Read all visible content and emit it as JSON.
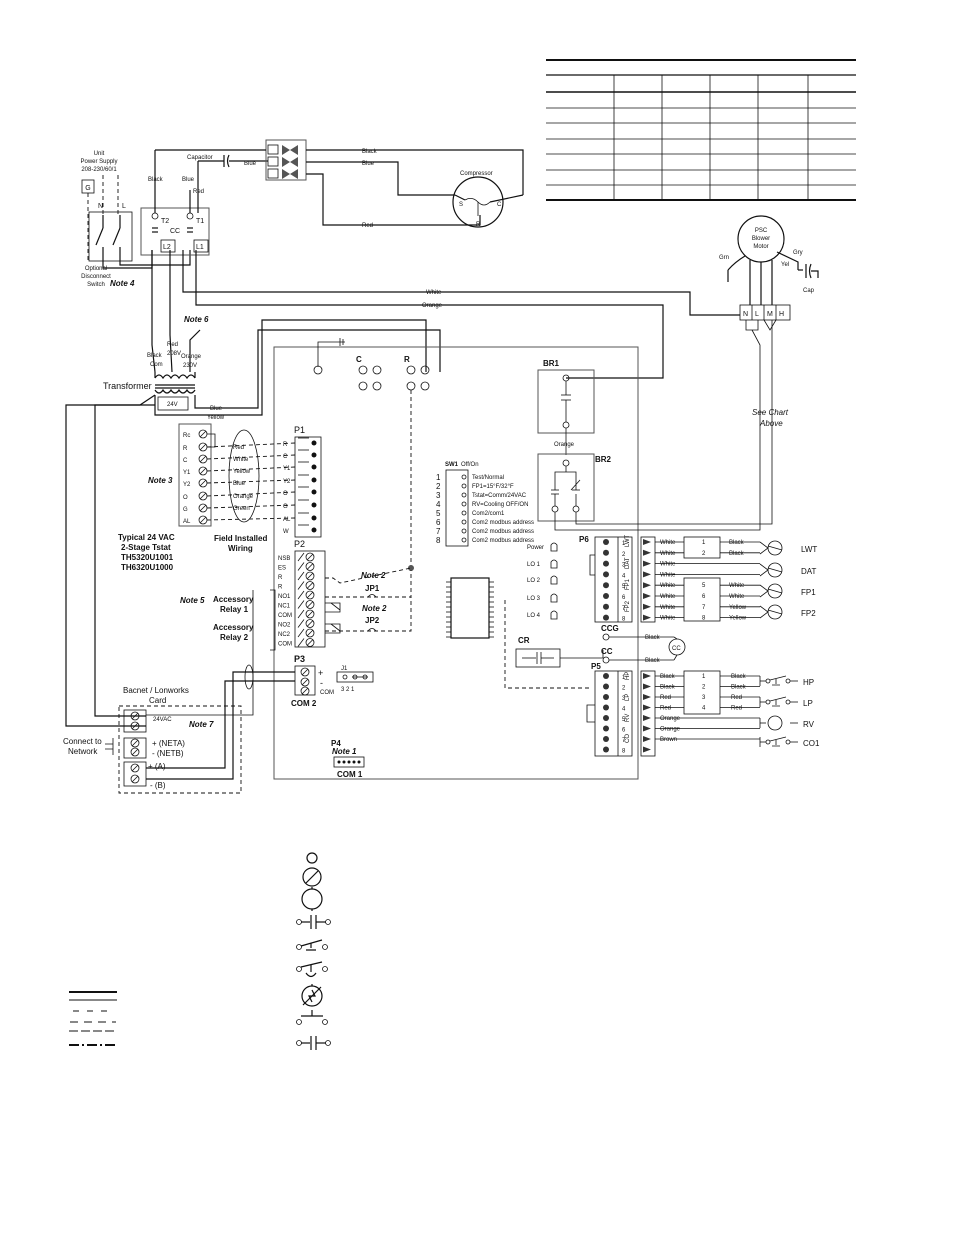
{
  "chart_table": {
    "rows": 8,
    "cols": 6
  },
  "power": {
    "supply_line1": "Unit",
    "supply_line2": "Power Supply",
    "supply_line3": "208-230/60/1",
    "ground": "G",
    "n": "N",
    "l": "L",
    "switch_line1": "Optional",
    "switch_line2": "Disconnect",
    "switch_line3": "Switch",
    "note4": "Note 4",
    "capacitor": "Capacitor",
    "black": "Black",
    "blue": "Blue",
    "red": "Red",
    "t2": "T2",
    "t1": "T1",
    "cc": "CC",
    "l2": "L2",
    "l1": "L1"
  },
  "compressor": {
    "label": "Compressor",
    "s": "S",
    "c": "C",
    "r": "R",
    "wire_black": "Black",
    "wire_blue": "Blue",
    "wire_red": "Red",
    "blue_out": "Blue"
  },
  "motor": {
    "l1": "PSC",
    "l2": "Blower",
    "l3": "Motor",
    "grn": "Grn",
    "gry": "Gry",
    "yel": "Yel",
    "cap": "Cap",
    "n": "N",
    "l": "L",
    "m": "M",
    "h": "H",
    "white": "White",
    "orange": "Orange",
    "see_chart1": "See Chart",
    "see_chart2": "Above"
  },
  "transformer": {
    "label": "Transformer",
    "note6": "Note 6",
    "black": "Black",
    "com": "Com",
    "red": "Red",
    "v208": "208V",
    "orange": "Orange",
    "v230": "230V",
    "v24": "24V",
    "blue": "Blue",
    "yellow": "Yellow"
  },
  "board": {
    "c": "C",
    "r": "R",
    "br1": "BR1",
    "br2": "BR2",
    "orange": "Orange",
    "sw1": "SW1",
    "offon": "Off/On",
    "sw_items": [
      "Test/Normal",
      "FP1=15°F/32°F",
      "Tstat=Comm/24VAC",
      "RV=Cooling OFF/ON",
      "Com2/com1",
      "Com2 modbus address",
      "Com2 modbus address",
      "Com2 modbus address"
    ],
    "leds": [
      "Power",
      "LO 1",
      "LO 2",
      "LO 3",
      "LO 4"
    ],
    "cr": "CR",
    "ccg": "CCG",
    "cc": "CC",
    "cc_circle": "CC",
    "black": "Black"
  },
  "tstat": {
    "terms": [
      "Rc",
      "R",
      "C",
      "Y1",
      "Y2",
      "O",
      "G",
      "AL"
    ],
    "colors": [
      "Red",
      "White",
      "Yellow",
      "Blue",
      "Orange",
      "Green"
    ],
    "note3": "Note 3",
    "title1": "Typical 24 VAC",
    "title2": "2-Stage Tstat",
    "model1": "TH5320U1001",
    "model2": "TH6320U1000",
    "field1": "Field Installed",
    "field2": "Wiring",
    "p1": "P1",
    "p1_terms": [
      "R",
      "C",
      "Y1",
      "Y2",
      "O",
      "G",
      "AL",
      "W"
    ]
  },
  "p2": {
    "label": "P2",
    "terms": [
      "NSB",
      "ES",
      "R",
      "R",
      "NO1",
      "NC1",
      "COM",
      "NO2",
      "NC2",
      "COM"
    ],
    "note5": "Note 5",
    "relay1a": "Accessory",
    "relay1b": "Relay 1",
    "relay2a": "Accessory",
    "relay2b": "Relay 2",
    "note2a": "Note 2",
    "jp1": "JP1",
    "note2b": "Note 2",
    "jp2": "JP2"
  },
  "p3": {
    "label": "P3",
    "plus": "+",
    "minus": "-",
    "com": "COM",
    "j1": "J1",
    "j1_pins": "3  2  1",
    "com2": "COM 2"
  },
  "p4": {
    "label": "P4",
    "note1": "Note 1",
    "com1": "COM 1"
  },
  "bacnet": {
    "title1": "Bacnet / Lonworks",
    "title2": "Card",
    "v24": "24VAC",
    "note7": "Note 7",
    "connect1": "Connect to",
    "connect2": "Network",
    "neta": "+ (NETA)",
    "netb": "- (NETB)",
    "a": "+ (A)",
    "b": "- (B)"
  },
  "p6": {
    "label": "P6",
    "groups": [
      "LWT",
      "DAT",
      "FP1",
      "FP2"
    ],
    "wires": [
      "White",
      "White",
      "White",
      "White",
      "White",
      "White",
      "White",
      "White"
    ],
    "out_wires": [
      "Black",
      "Black",
      "",
      "",
      "White",
      "White",
      "Yellow",
      "Yellow"
    ],
    "sensors": [
      "LWT",
      "DAT",
      "FP1",
      "FP2"
    ]
  },
  "p5": {
    "label": "P5",
    "groups": [
      "HP",
      "LP",
      "RV",
      "CO"
    ],
    "wires": [
      "Black",
      "Black",
      "Red",
      "Red",
      "Orange",
      "Orange",
      "Brown"
    ],
    "devices": [
      "HP",
      "LP",
      "RV",
      "CO1"
    ]
  }
}
